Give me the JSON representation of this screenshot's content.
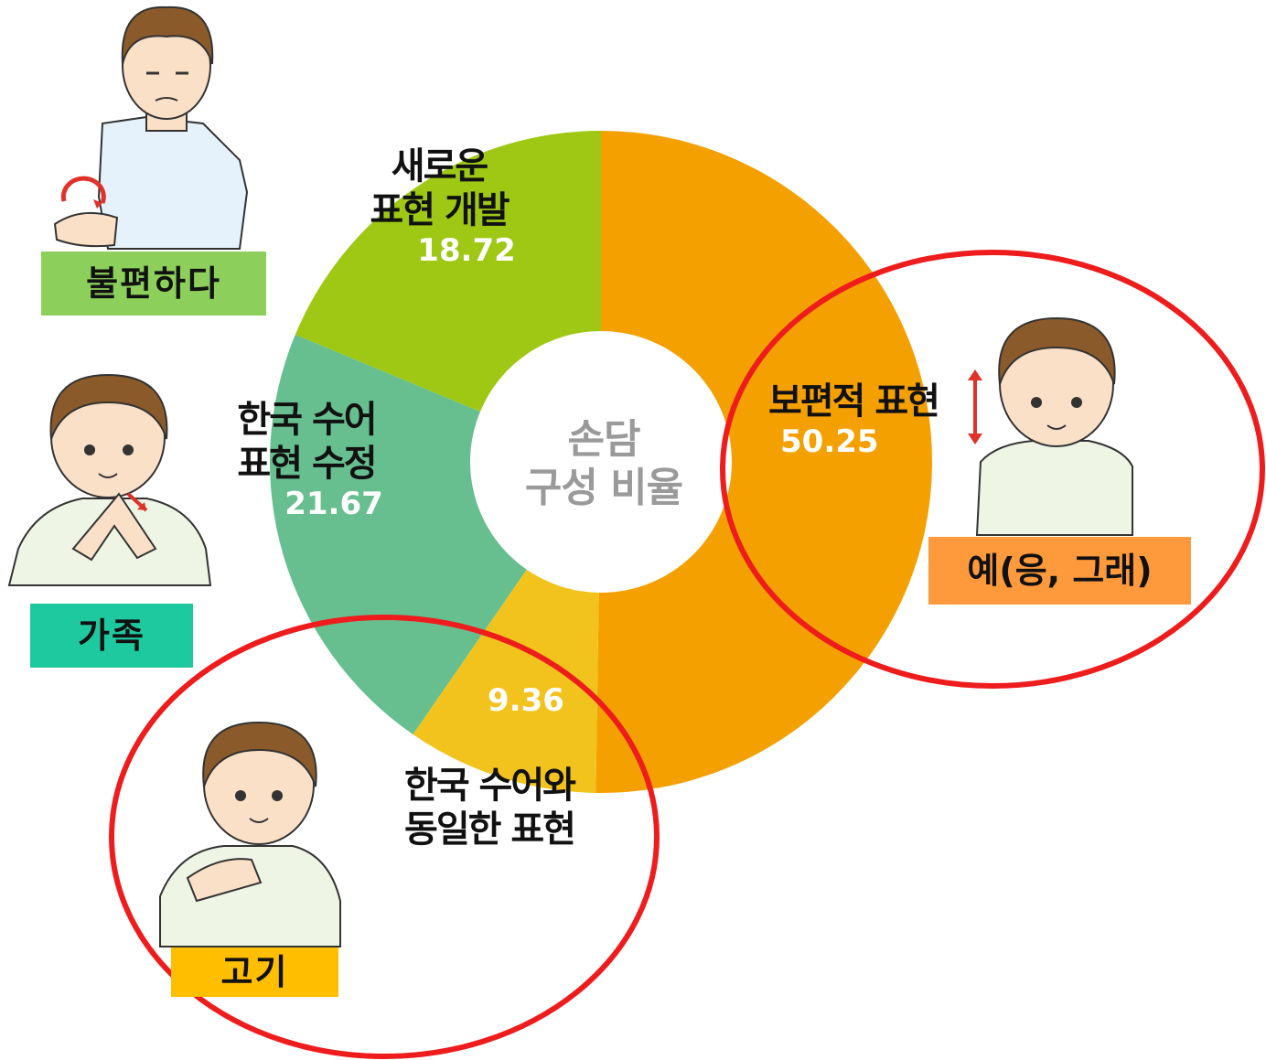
{
  "chart_data": {
    "type": "pie",
    "title": "손담 구성 비율",
    "slices": [
      {
        "label": "보편적 표현",
        "value": 50.25,
        "color": "#f4a000"
      },
      {
        "label": "한국 수어와 동일한 표현",
        "value": 9.36,
        "color": "#f2c31c"
      },
      {
        "label": "한국 수어 표현 수정",
        "value": 21.67,
        "color": "#67bf8f"
      },
      {
        "label": "새로운 표현 개발",
        "value": 18.72,
        "color": "#9ec814"
      }
    ],
    "legend": "none"
  },
  "center": {
    "line1": "손담",
    "line2": "구성 비율"
  },
  "labels": {
    "universal": {
      "line1": "보편적 표현",
      "value": "50.25"
    },
    "same": {
      "line1": "한국 수어와",
      "line2": "동일한 표현",
      "value": "9.36"
    },
    "modified": {
      "line1": "한국 수어",
      "line2": "표현 수정",
      "value": "21.67"
    },
    "new": {
      "line1": "새로운",
      "line2": "표현 개발",
      "value": "18.72"
    }
  },
  "examples": {
    "uncomfortable": {
      "word": "불편하다",
      "color": "#8ccf5a"
    },
    "family": {
      "word": "가족",
      "color": "#1fc9a0"
    },
    "meat": {
      "word": "고기",
      "color": "#ffbe00"
    },
    "yes": {
      "word": "예(응, 그래)",
      "color": "#ff9a3c"
    }
  },
  "highlight_color": "#ee1c1c"
}
